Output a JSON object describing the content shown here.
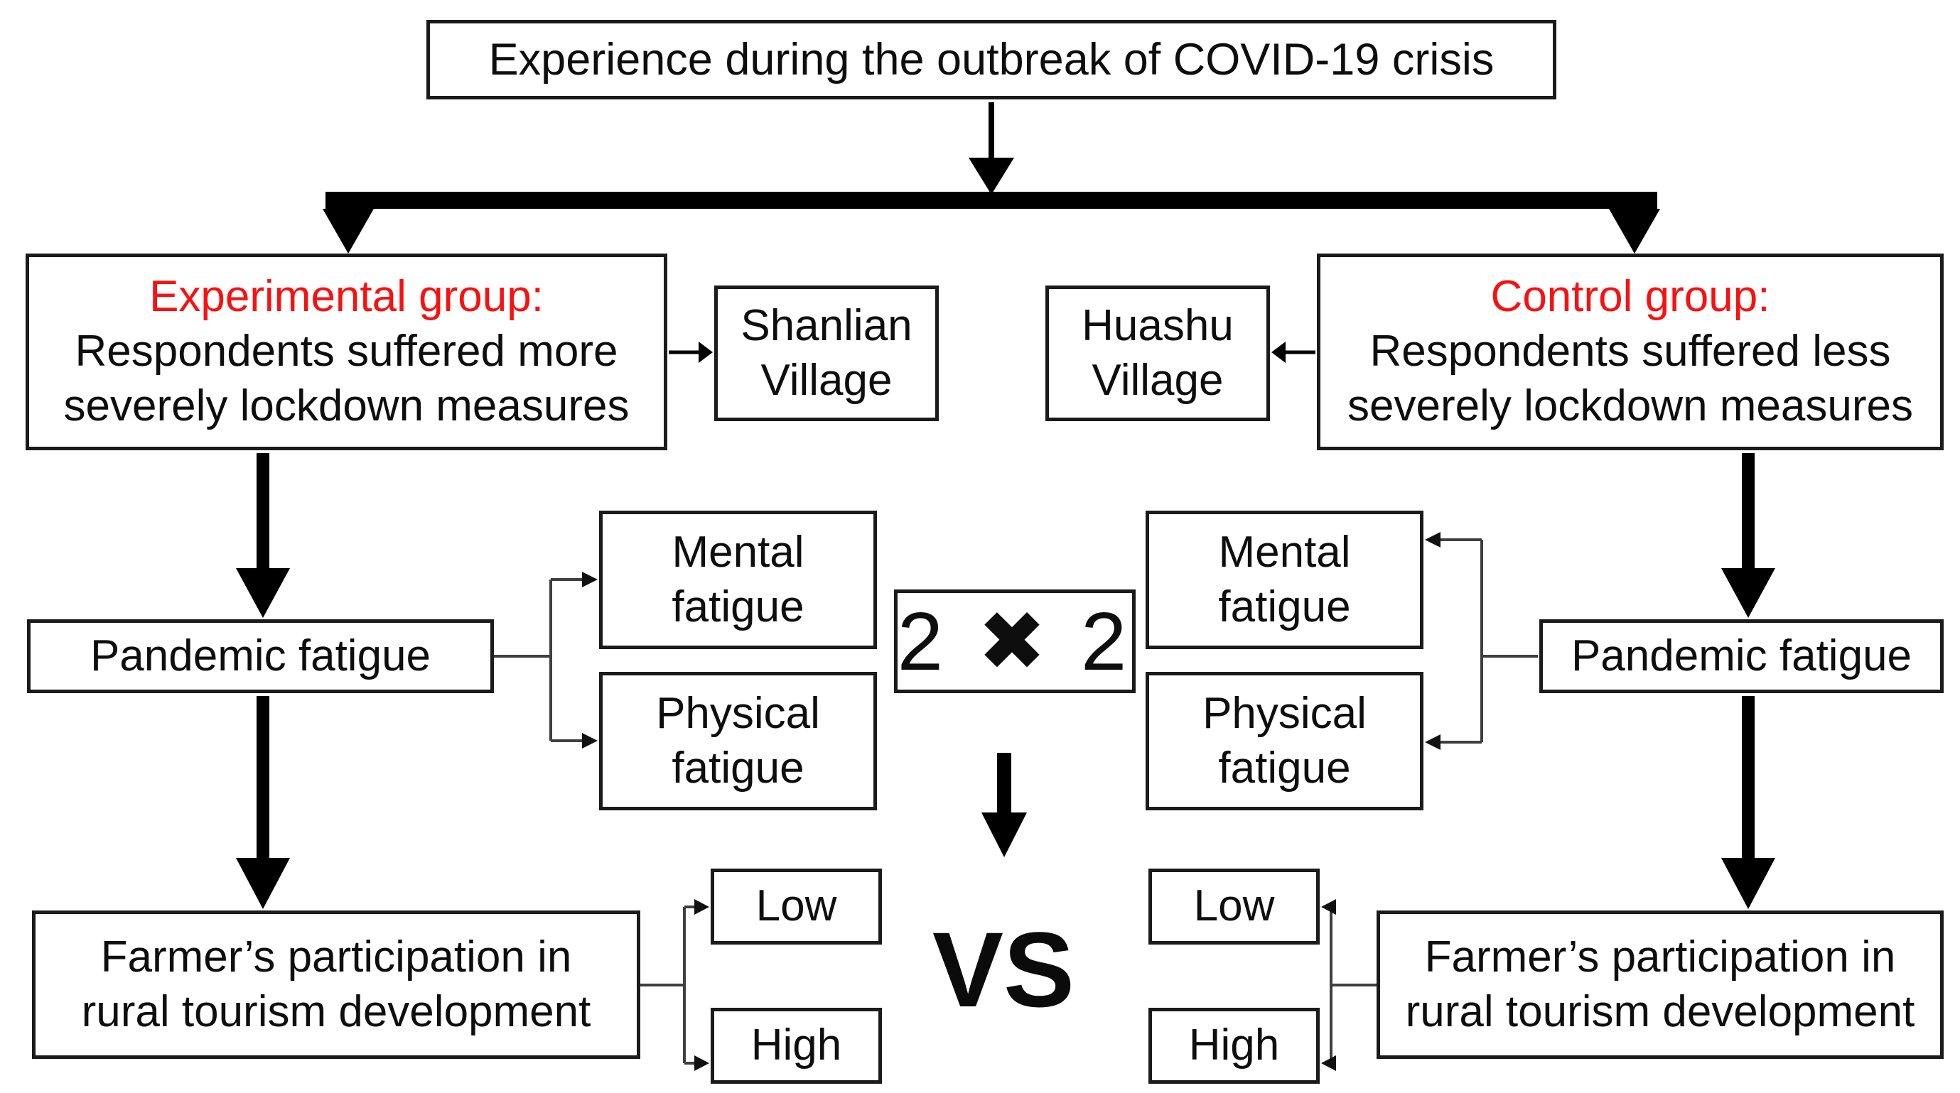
{
  "colors": {
    "heading_red": "#f81111",
    "line": "#000000",
    "bracket_line": "#3f3f3f",
    "box_border": "#1b1b1b",
    "background": "#ffffff"
  },
  "nodes": {
    "experience": {
      "label": "Experience during the outbreak of COVID-19 crisis"
    },
    "experimental": {
      "heading": "Experimental group:",
      "body": "Respondents suffered more\nseverely lockdown measures"
    },
    "shanlian_village": {
      "label": "Shanlian\nVillage"
    },
    "huashu_village": {
      "label": "Huashu\nVillage"
    },
    "control": {
      "heading": "Control group:",
      "body": "Respondents suffered less\nseverely lockdown measures"
    },
    "pandemic_fatigue_left": {
      "label": "Pandemic fatigue"
    },
    "mental_fatigue_left": {
      "label": "Mental\nfatigue"
    },
    "physical_fatigue_left": {
      "label": "Physical\nfatigue"
    },
    "factorial_design": {
      "label": "2 ✖ 2"
    },
    "mental_fatigue_right": {
      "label": "Mental\nfatigue"
    },
    "physical_fatigue_right": {
      "label": "Physical\nfatigue"
    },
    "pandemic_fatigue_right": {
      "label": "Pandemic fatigue"
    },
    "farmer_participation_left": {
      "label": "Farmer’s participation in\nrural tourism development"
    },
    "low_left": {
      "label": "Low"
    },
    "high_left": {
      "label": "High"
    },
    "versus": {
      "label": "VS"
    },
    "low_right": {
      "label": "Low"
    },
    "high_right": {
      "label": "High"
    },
    "farmer_participation_right": {
      "label": "Farmer’s participation in\nrural tourism development"
    }
  }
}
